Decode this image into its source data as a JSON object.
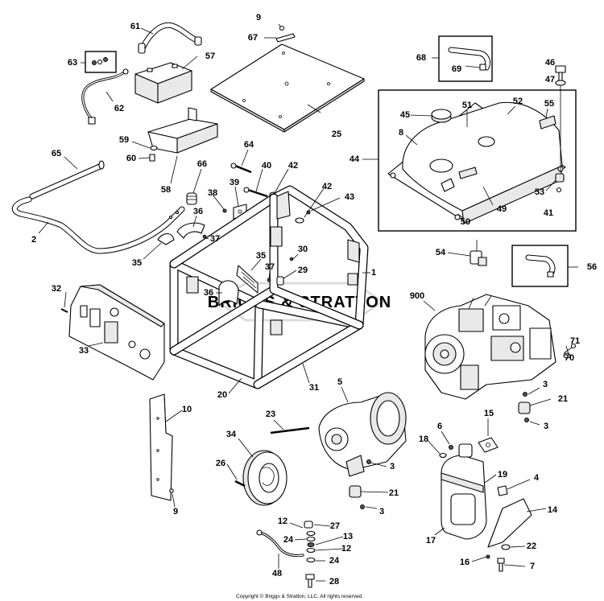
{
  "watermark": "BRIGGS & STRATTON",
  "copyright": "Copyright © Briggs & Stratton, LLC. All rights reserved.",
  "callouts": {
    "c9a": "9",
    "c67": "67",
    "c61": "61",
    "c57": "57",
    "c63": "63",
    "c62": "62",
    "c25": "25",
    "c68": "68",
    "c69": "69",
    "c46": "46",
    "c47": "47",
    "c45": "45",
    "c51": "51",
    "c52": "52",
    "c55": "55",
    "c8": "8",
    "c44": "44",
    "c53": "53",
    "c41": "41",
    "c49": "49",
    "c50": "50",
    "c65": "65",
    "c59": "59",
    "c60": "60",
    "c58": "58",
    "c64": "64",
    "c66": "66",
    "c40": "40",
    "c42a": "42",
    "c39": "39",
    "c38": "38",
    "c42b": "42",
    "c43": "43",
    "c2": "2",
    "c36a": "36",
    "c37a": "37",
    "c35a": "35",
    "c30": "30",
    "c35b": "35",
    "c37b": "37",
    "c29": "29",
    "c1": "1",
    "c54": "54",
    "c56": "56",
    "c32": "32",
    "c36b": "36",
    "c900": "900",
    "c71": "71",
    "c70": "70",
    "c33": "33",
    "c20": "20",
    "c31": "31",
    "c5": "5",
    "c3a": "3",
    "c21a": "21",
    "c3b": "3",
    "c10": "10",
    "c23": "23",
    "c6": "6",
    "c18": "18",
    "c15": "15",
    "c34": "34",
    "c26": "26",
    "c3c": "3",
    "c19": "19",
    "c21b": "21",
    "c4": "4",
    "c9b": "9",
    "c3d": "3",
    "c14": "14",
    "c12a": "12",
    "c27": "27",
    "c24a": "24",
    "c13": "13",
    "c12b": "12",
    "c17": "17",
    "c22": "22",
    "c24b": "24",
    "c16": "16",
    "c7": "7",
    "c48": "48",
    "c28": "28"
  }
}
